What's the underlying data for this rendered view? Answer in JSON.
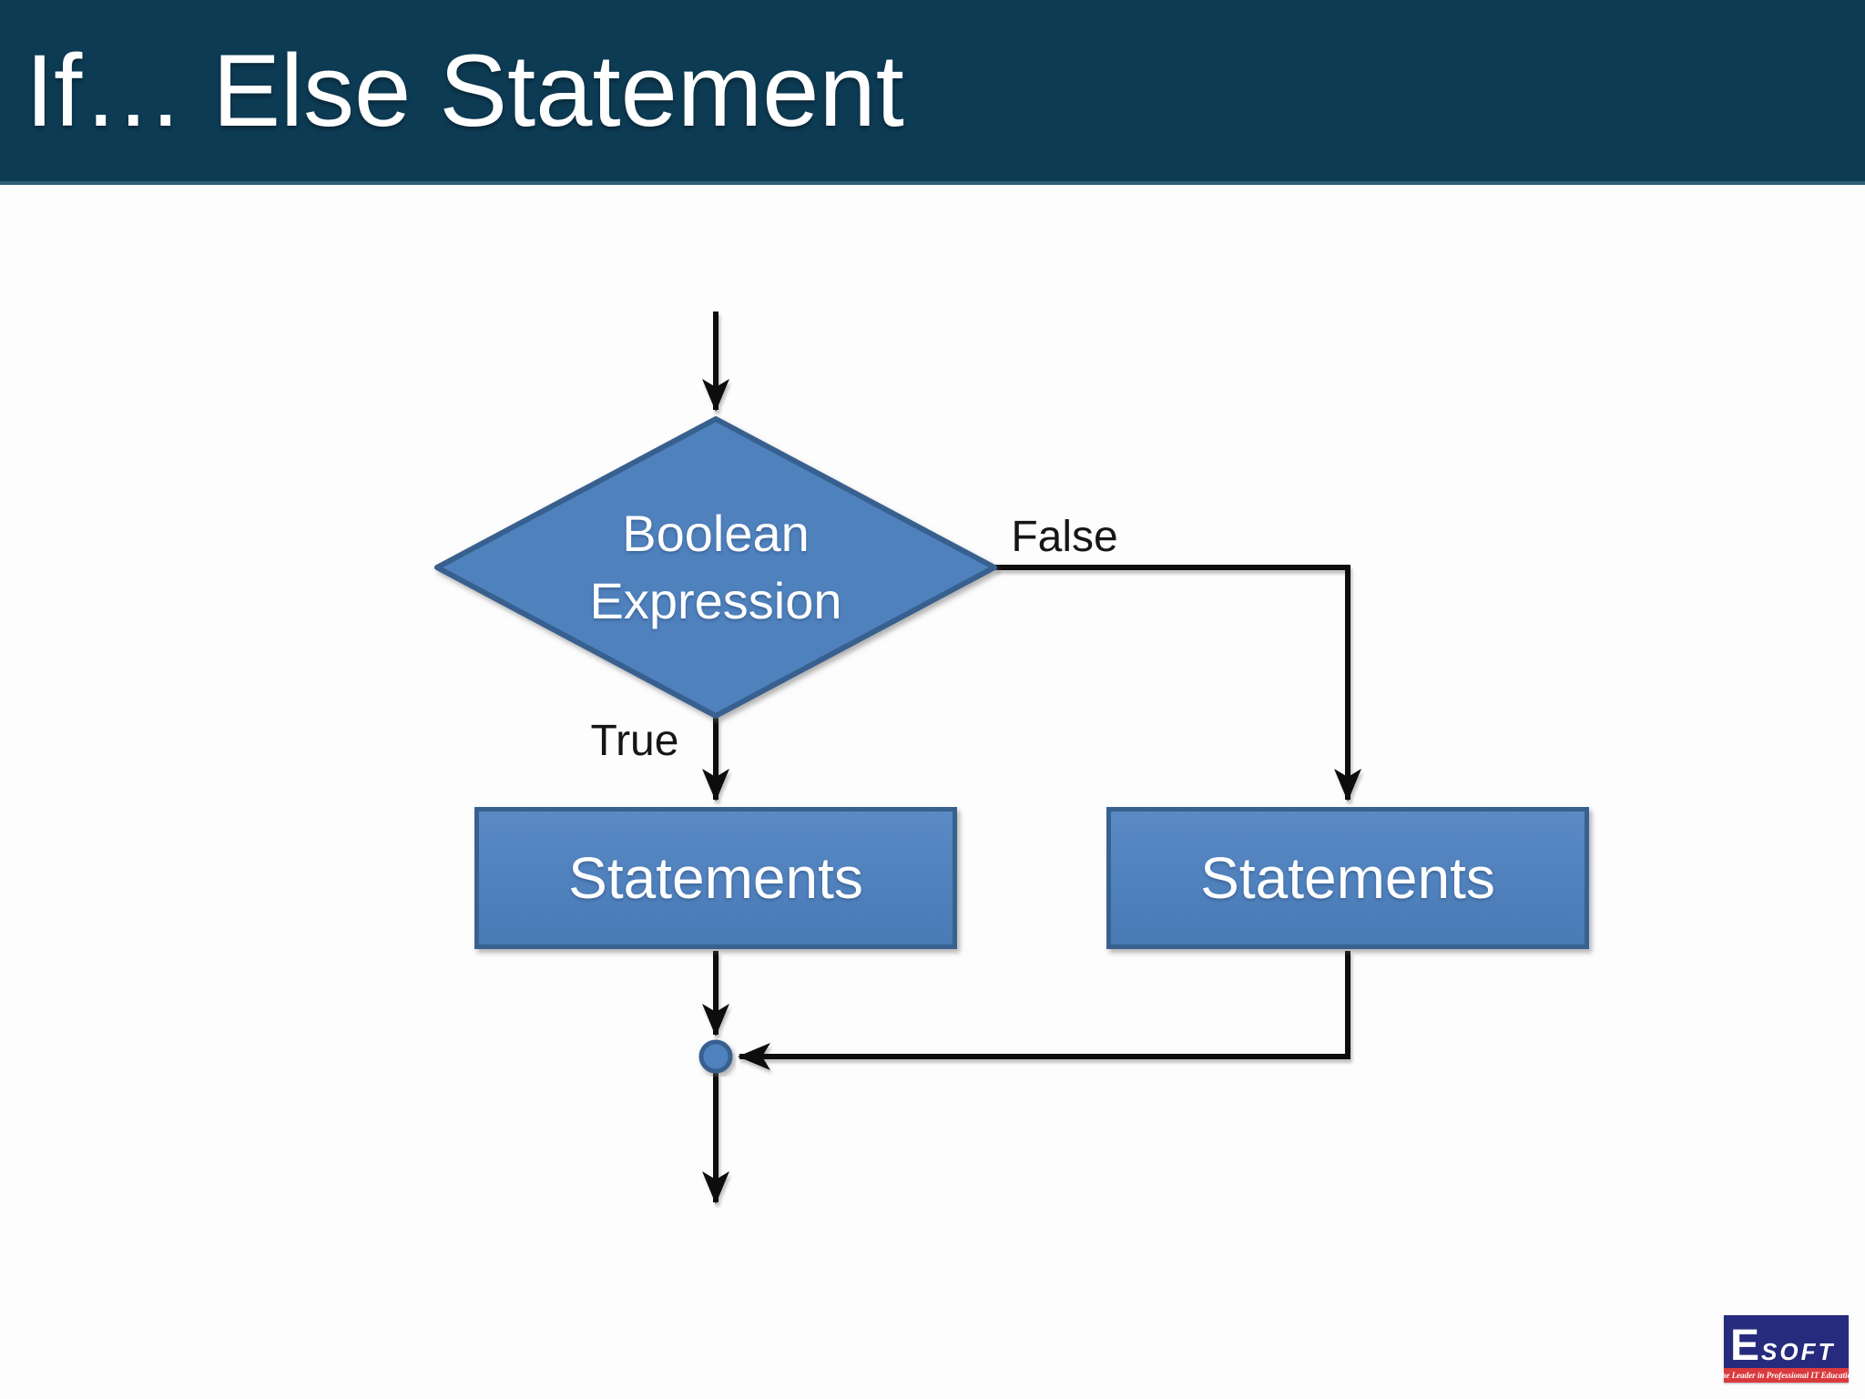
{
  "slide": {
    "title": "If… Else Statement"
  },
  "flowchart": {
    "decision_label": "Boolean Expression",
    "true_label": "True",
    "false_label": "False",
    "true_branch_label": "Statements",
    "false_branch_label": "Statements",
    "edges": [
      "start -> boolean-expression",
      "boolean-expression -true-> statements-left",
      "boolean-expression -false-> statements-right",
      "statements-left -> merge-junction",
      "statements-right -> merge-junction",
      "merge-junction -> end"
    ]
  },
  "logo": {
    "mark_e": "E",
    "mark_rest": "SOFT",
    "tagline": "The Leader in Professional IT Education"
  },
  "colors": {
    "header_bg": "#0d3b54",
    "shape_fill": "#4f81bd",
    "shape_border": "#38618f",
    "connector": "#111111",
    "logo_navy": "#272b7d",
    "logo_red": "#da3a3d"
  }
}
